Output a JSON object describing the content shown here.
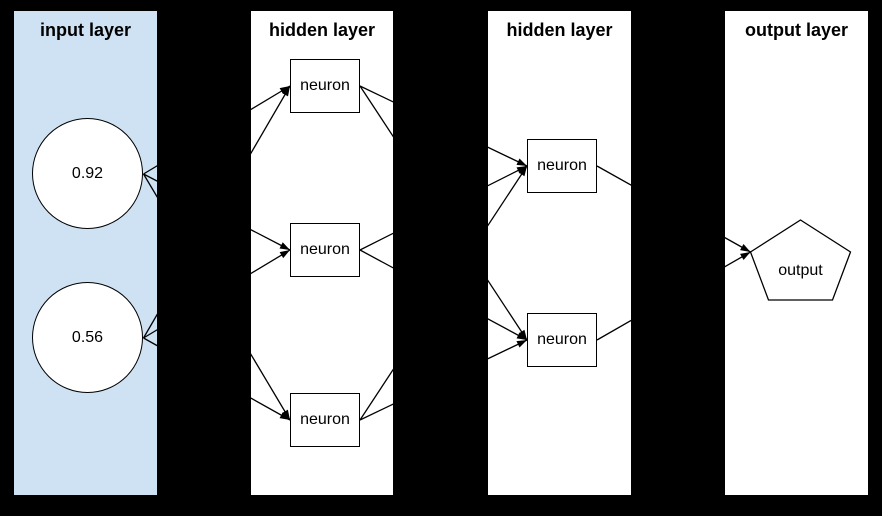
{
  "layers": [
    {
      "title": "input layer"
    },
    {
      "title": "hidden layer"
    },
    {
      "title": "hidden layer"
    },
    {
      "title": "output layer"
    }
  ],
  "nodes": {
    "i1": {
      "label": "0.92",
      "shape": "circle",
      "layer": 0
    },
    "i2": {
      "label": "0.56",
      "shape": "circle",
      "layer": 0
    },
    "h1a": {
      "label": "neuron",
      "shape": "rect",
      "layer": 1
    },
    "h1b": {
      "label": "neuron",
      "shape": "rect",
      "layer": 1
    },
    "h1c": {
      "label": "neuron",
      "shape": "rect",
      "layer": 1
    },
    "h2a": {
      "label": "neuron",
      "shape": "rect",
      "layer": 2
    },
    "h2b": {
      "label": "neuron",
      "shape": "rect",
      "layer": 2
    },
    "out": {
      "label": "output",
      "shape": "pentagon",
      "layer": 3
    }
  },
  "edges": [
    [
      "i1",
      "h1a"
    ],
    [
      "i1",
      "h1b"
    ],
    [
      "i1",
      "h1c"
    ],
    [
      "i2",
      "h1a"
    ],
    [
      "i2",
      "h1b"
    ],
    [
      "i2",
      "h1c"
    ],
    [
      "h1a",
      "h2a"
    ],
    [
      "h1a",
      "h2b"
    ],
    [
      "h1b",
      "h2a"
    ],
    [
      "h1b",
      "h2b"
    ],
    [
      "h1c",
      "h2a"
    ],
    [
      "h1c",
      "h2b"
    ],
    [
      "h2a",
      "out"
    ],
    [
      "h2b",
      "out"
    ]
  ],
  "colors": {
    "background": "#000000",
    "input_layer_fill": "#cfe2f3",
    "panel_fill": "#ffffff",
    "node_fill": "#ffffff",
    "stroke": "#000000",
    "text": "#000000"
  }
}
